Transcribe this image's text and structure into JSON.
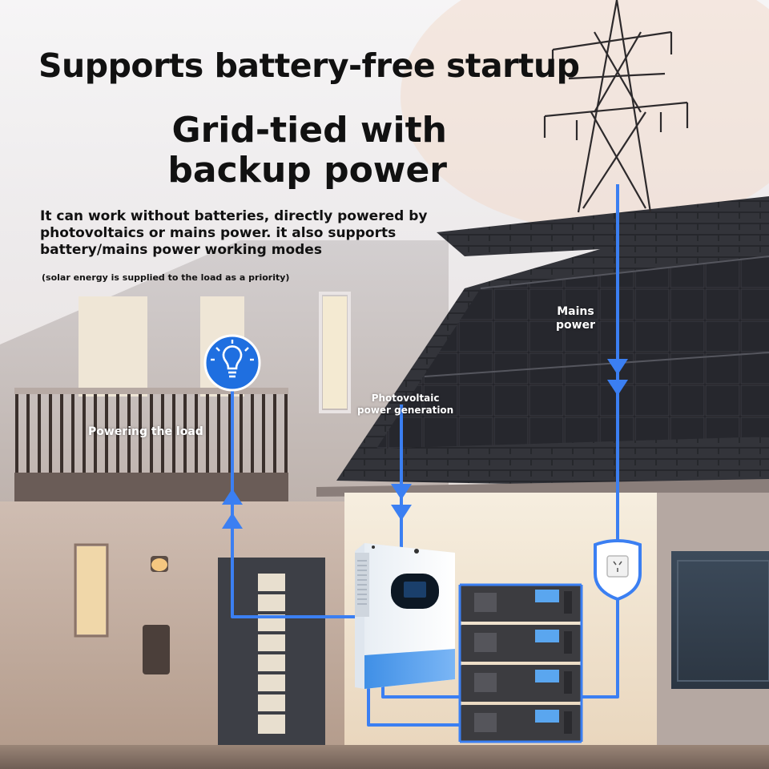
{
  "headline": "Supports battery-free startup",
  "subheadline": "Grid-tied with backup power",
  "description": "It can work without batteries, directly powered by photovoltaics or mains power. it also supports battery/mains power working modes",
  "note": "(solar energy is supplied to the load as a priority)",
  "labels": {
    "load": "Powering the load",
    "pv": "Photovoltaic\npower generation",
    "mains": "Mains\npower"
  },
  "icons": {
    "bulb": "lightbulb-icon",
    "socket": "power-socket-icon",
    "tower": "transmission-tower-icon"
  },
  "colors": {
    "flow_line": "#3b7ff2",
    "bulb_circle": "#1f6fe0",
    "inverter_accent": "#3f8fe6",
    "title_text": "#111111"
  }
}
